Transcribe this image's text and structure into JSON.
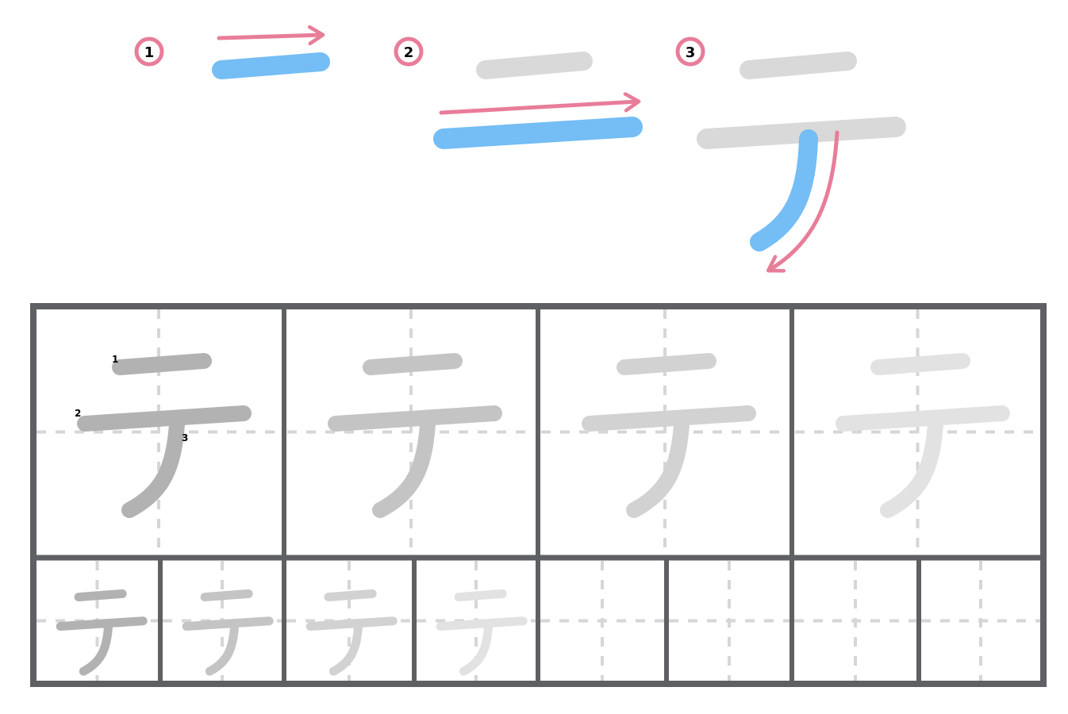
{
  "worksheet": {
    "character": "テ",
    "steps": [
      {
        "number": "1"
      },
      {
        "number": "2"
      },
      {
        "number": "3"
      }
    ],
    "stroke_order_labels": [
      "1",
      "2",
      "3"
    ],
    "large_practice_cell_count": 4,
    "small_practice_cell_count": 8,
    "large_trace_shades": [
      "#b2b2b2",
      "#c4c4c4",
      "#d2d2d2",
      "#e2e2e2"
    ],
    "small_trace_shades": [
      "#b2b2b2",
      "#c4c4c4",
      "#d2d2d2",
      "#e2e2e2"
    ]
  },
  "colors": {
    "current_stroke": "#74bdf5",
    "previous_stroke": "#d9d9d9",
    "direction_arrow": "#e87d99",
    "step_badge_ring": "#e87d99",
    "grid_border": "#5f6063",
    "grid_guide_dashes": "#d6d6d6",
    "stroke_number_text": "#000000"
  }
}
